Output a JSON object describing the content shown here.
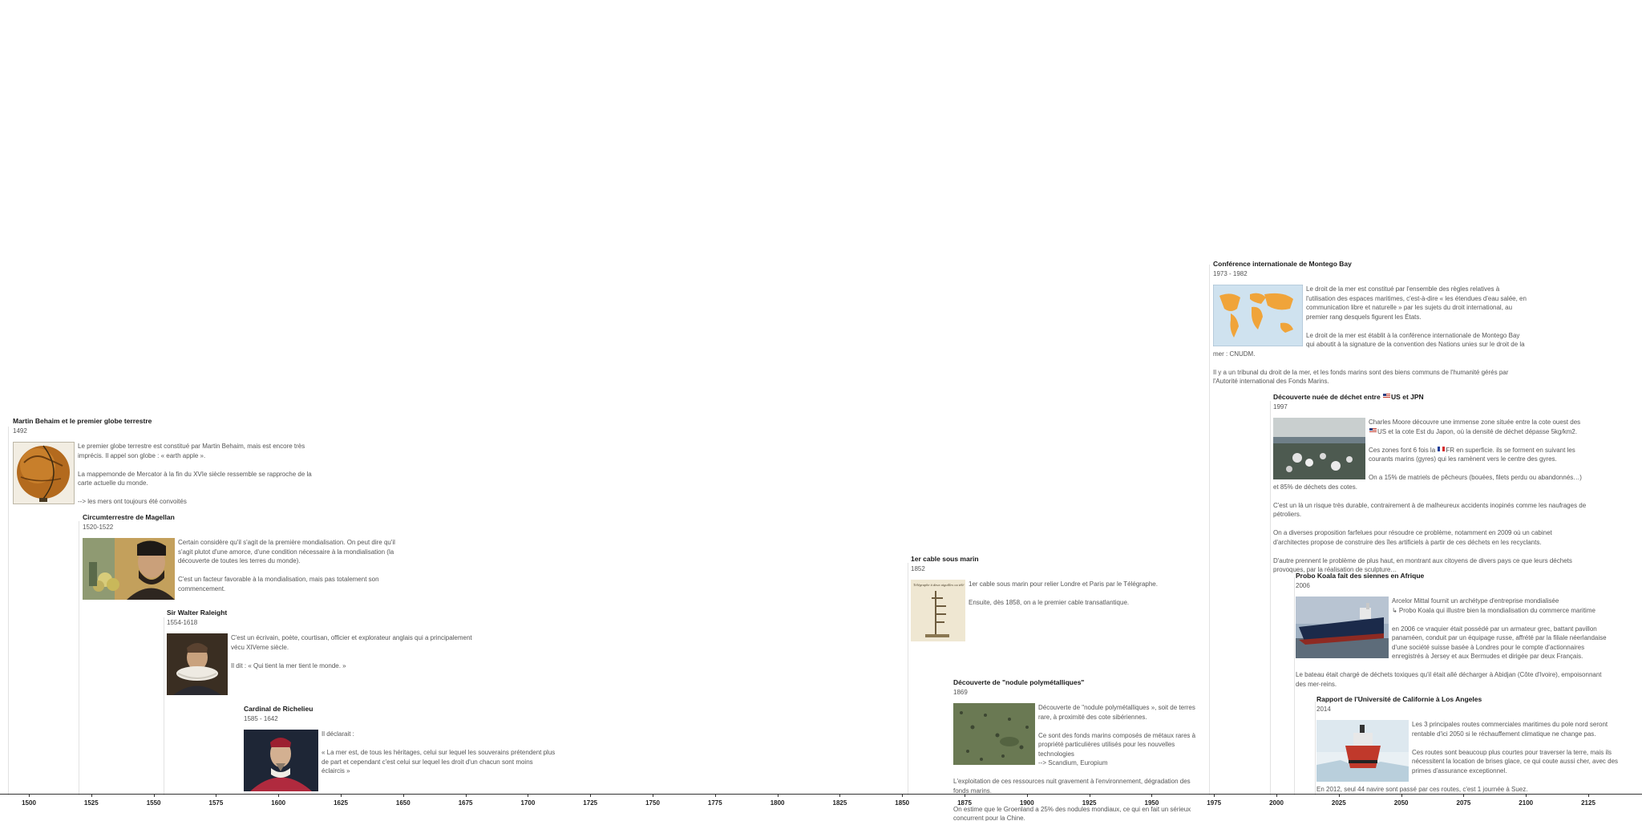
{
  "events": [
    {
      "id": "behaim",
      "title": "Martin Behaim et le premier globe terrestre",
      "date": "1492",
      "image": "globe-image",
      "paragraphs": [
        "Le premier globe terrestre est constitué par Martin Behaim, mais est encore très imprécis. Il appel son globe : « earth apple ».",
        "La mappemonde de Mercator à la fin du XVIe siècle ressemble se rapproche de la carte actuelle du monde.",
        "--> les mers ont toujours été convoités"
      ]
    },
    {
      "id": "magellan",
      "title": "Circumterrestre de Magellan",
      "date": "1520-1522",
      "image": "magellan-portrait-image",
      "paragraphs": [
        "Certain considère qu'il s'agit de la première mondialisation. On peut dire qu'il s'agit plutot d'une amorce, d'une condition nécessaire à la mondialisation (la découverte de toutes les terres du monde).",
        "C'est un facteur favorable à la mondialisation, mais pas totalement son commencement."
      ]
    },
    {
      "id": "raleigh",
      "title": "Sir Walter Raleight",
      "date": "1554-1618",
      "image": "raleigh-portrait-image",
      "paragraphs": [
        "C'est un écrivain, poète, courtisan, officier et explorateur anglais qui a principalement vécu XIVeme siècle.",
        "Il dit : «  Qui tient la mer tient le monde. »"
      ]
    },
    {
      "id": "richelieu",
      "title": "Cardinal de Richelieu",
      "date": "1585 - 1642",
      "image": "richelieu-portrait-image",
      "paragraphs": [
        "Il déclarait :",
        "« La mer est, de tous les héritages, celui sur lequel les souverains prétendent plus de part et cependant c'est celui sur lequel les droit d'un chacun sont moins éclaircis »"
      ]
    },
    {
      "id": "cable",
      "title": "1er cable sous marin",
      "date": "1852",
      "image": "telegraph-drawing-image",
      "image_caption": "Télégraphe à deux aiguilles ou télé",
      "paragraphs": [
        "1er cable sous marin pour relier Londre et Paris par le Télégraphe.",
        "Ensuite, dès 1858, on a le premier cable transatlantique."
      ]
    },
    {
      "id": "nodules",
      "title": "Découverte de \"nodule polymétalliques\"",
      "date": "1869",
      "image": "seabed-nodules-image",
      "paragraphs": [
        "Découverte de \"nodule polymétalliques », soit de terres rare, à proximité des cote sibériennes.",
        "Ce sont des fonds marins composés de métaux rares à propriété particulières utilisés pour les nouvelles technologies",
        "--> Scandium, Europium",
        "L'exploitation de ces ressources nuit gravement à l'environnement, dégradation des fonds marins.",
        "On estime que le Groenland a 25% des nodules mondiaux, ce qui en fait un sérieux concurrent pour la Chine."
      ]
    },
    {
      "id": "montego",
      "title": "Conférence internationale de Montego Bay",
      "date": "1973 - 1982",
      "image": "world-map-image",
      "paragraphs": [
        "Le droit de la mer est constitué par l'ensemble des règles relatives à l'utilisation des espaces maritimes, c'est-à-dire « les étendues d'eau salée, en communication libre et naturelle » par les sujets du droit international, au premier rang desquels figurent les États.",
        "Le droit de la mer est établit à la conférence internationale de Montego Bay qui aboutit à la signature de la convention des Nations unies sur le droit de la mer : CNUDM.",
        "Il y a un tribunal du droit de la mer, et les fonds marins sont des biens communs de l'humanité gérés par l'Autorité international des Fonds Marins."
      ]
    },
    {
      "id": "dechets",
      "title_start": "Découverte nuée de déchet entre ",
      "title_end": "US et JPN",
      "date": "1997",
      "image": "garbage-beach-image",
      "p1_start": "Charles Moore découvre une immense zone située entre la cote ouest des ",
      "p1_flag_text": "US",
      "p1_end": " et la cote Est du Japon, où la densité de déchet dépasse 5kg/km2.",
      "p2_start": "Ces zones font 6 fois la ",
      "p2_flag_text": "FR",
      "p2_end": " en superficie. ils se forment en suivant les courants marins (gyres) qui les ramènent vers le centre des gyres.",
      "paragraphs_rest": [
        "On a 15% de matriels de pêcheurs (bouées, filets perdu ou abandonnés…) et 85% de déchets des cotes.",
        "C'est un là un risque très durable, contrairement à de malheureux accidents inopinés comme les naufrages de pétroliers.",
        "On a diverses proposition farfelues pour résoudre ce problème, notamment en 2009 où un cabinet d'architectes propose de construire des îles artificiels à partir de ces déchets en les recyclants.",
        "D'autre prennent le problème de plus haut, en montrant aux citoyens de divers pays ce que leurs déchets provoques, par la réalisation de sculpture…"
      ]
    },
    {
      "id": "probo",
      "title": "Probo Koala fait des siennes en Afrique",
      "date": "2006",
      "image": "tanker-ship-image",
      "paragraphs": [
        "Arcelor Mittal fournit un archétype d'entreprise mondialisée",
        "↳ Probo Koala qui illustre bien la mondialisation du commerce maritime",
        "en 2006 ce vraquier était possédé par un armateur grec, battant pavillon panaméen, conduit par un équipage russe, affrété par la filiale néerlandaise d'une société suisse basée à Londres pour le compte d'actionnaires enregistrés à Jersey et aux Bermudes et dirigée par deux Français.",
        "Le bateau était chargé de déchets toxiques qu'il était allé décharger à Abidjan (Côte d'Ivoire), empoisonnant des mer-reins."
      ]
    },
    {
      "id": "californie",
      "title": "Rapport de l'Université de Californie à Los Angeles",
      "date": "2014",
      "image": "icebreaker-image",
      "paragraphs": [
        "Les 3 principales routes commerciales maritimes du pole nord seront rentable d'ici 2050 si le réchauffement climatique ne change pas.",
        "Ces routes sont beaucoup plus courtes pour traverser la terre, mais ils nécessitent la location de brises glace, ce qui coute aussi cher, avec des primes d'assurance exceptionnel.",
        "En 2012, seul 44 navire sont passé par ces routes, c'est 1 journée à Suez."
      ]
    }
  ],
  "axis": {
    "labels": [
      "1500",
      "1525",
      "1550",
      "1575",
      "1600",
      "1625",
      "1650",
      "1675",
      "1700",
      "1725",
      "1750",
      "1775",
      "1800",
      "1825",
      "1850",
      "1875",
      "1900",
      "1925",
      "1950",
      "1975",
      "2000",
      "2025",
      "2050",
      "2075",
      "2100",
      "2125"
    ]
  }
}
